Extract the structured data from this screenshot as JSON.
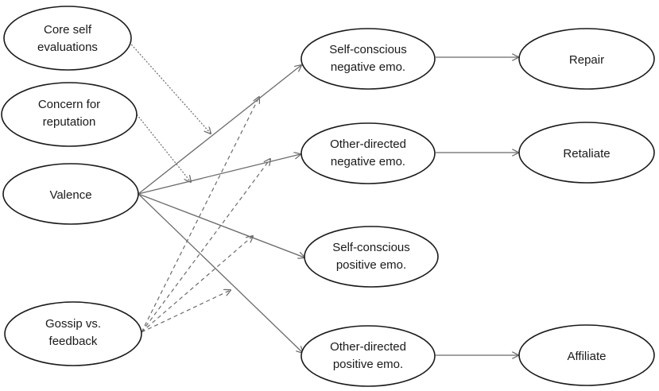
{
  "nodes": [
    {
      "id": "core-self",
      "lines": [
        "Core self",
        "evaluations"
      ]
    },
    {
      "id": "concern",
      "lines": [
        "Concern for",
        "reputation"
      ]
    },
    {
      "id": "valence",
      "lines": [
        "Valence"
      ]
    },
    {
      "id": "gossip",
      "lines": [
        "Gossip vs.",
        "feedback"
      ]
    },
    {
      "id": "sc-neg",
      "lines": [
        "Self-conscious",
        "negative emo."
      ]
    },
    {
      "id": "od-neg",
      "lines": [
        "Other-directed",
        "negative emo."
      ]
    },
    {
      "id": "sc-pos",
      "lines": [
        "Self-conscious",
        "positive emo."
      ]
    },
    {
      "id": "od-pos",
      "lines": [
        "Other-directed",
        "positive emo."
      ]
    },
    {
      "id": "repair",
      "lines": [
        "Repair"
      ]
    },
    {
      "id": "retaliate",
      "lines": [
        "Retaliate"
      ]
    },
    {
      "id": "affiliate",
      "lines": [
        "Affiliate"
      ]
    }
  ],
  "edges": [
    {
      "from": "valence",
      "to": "sc-neg",
      "style": "solid"
    },
    {
      "from": "valence",
      "to": "od-neg",
      "style": "solid"
    },
    {
      "from": "valence",
      "to": "sc-pos",
      "style": "solid"
    },
    {
      "from": "valence",
      "to": "od-pos",
      "style": "solid"
    },
    {
      "from": "sc-neg",
      "to": "repair",
      "style": "solid"
    },
    {
      "from": "od-neg",
      "to": "retaliate",
      "style": "solid"
    },
    {
      "from": "od-pos",
      "to": "affiliate",
      "style": "solid"
    },
    {
      "from": "core-self",
      "to": "moderation-1",
      "style": "dotted"
    },
    {
      "from": "concern",
      "to": "moderation-2",
      "style": "dotted"
    },
    {
      "from": "gossip",
      "to": "moderation-1",
      "style": "dashed"
    },
    {
      "from": "gossip",
      "to": "moderation-2",
      "style": "dashed"
    },
    {
      "from": "gossip",
      "to": "moderation-3",
      "style": "dashed"
    },
    {
      "from": "gossip",
      "to": "moderation-4",
      "style": "dashed"
    }
  ]
}
